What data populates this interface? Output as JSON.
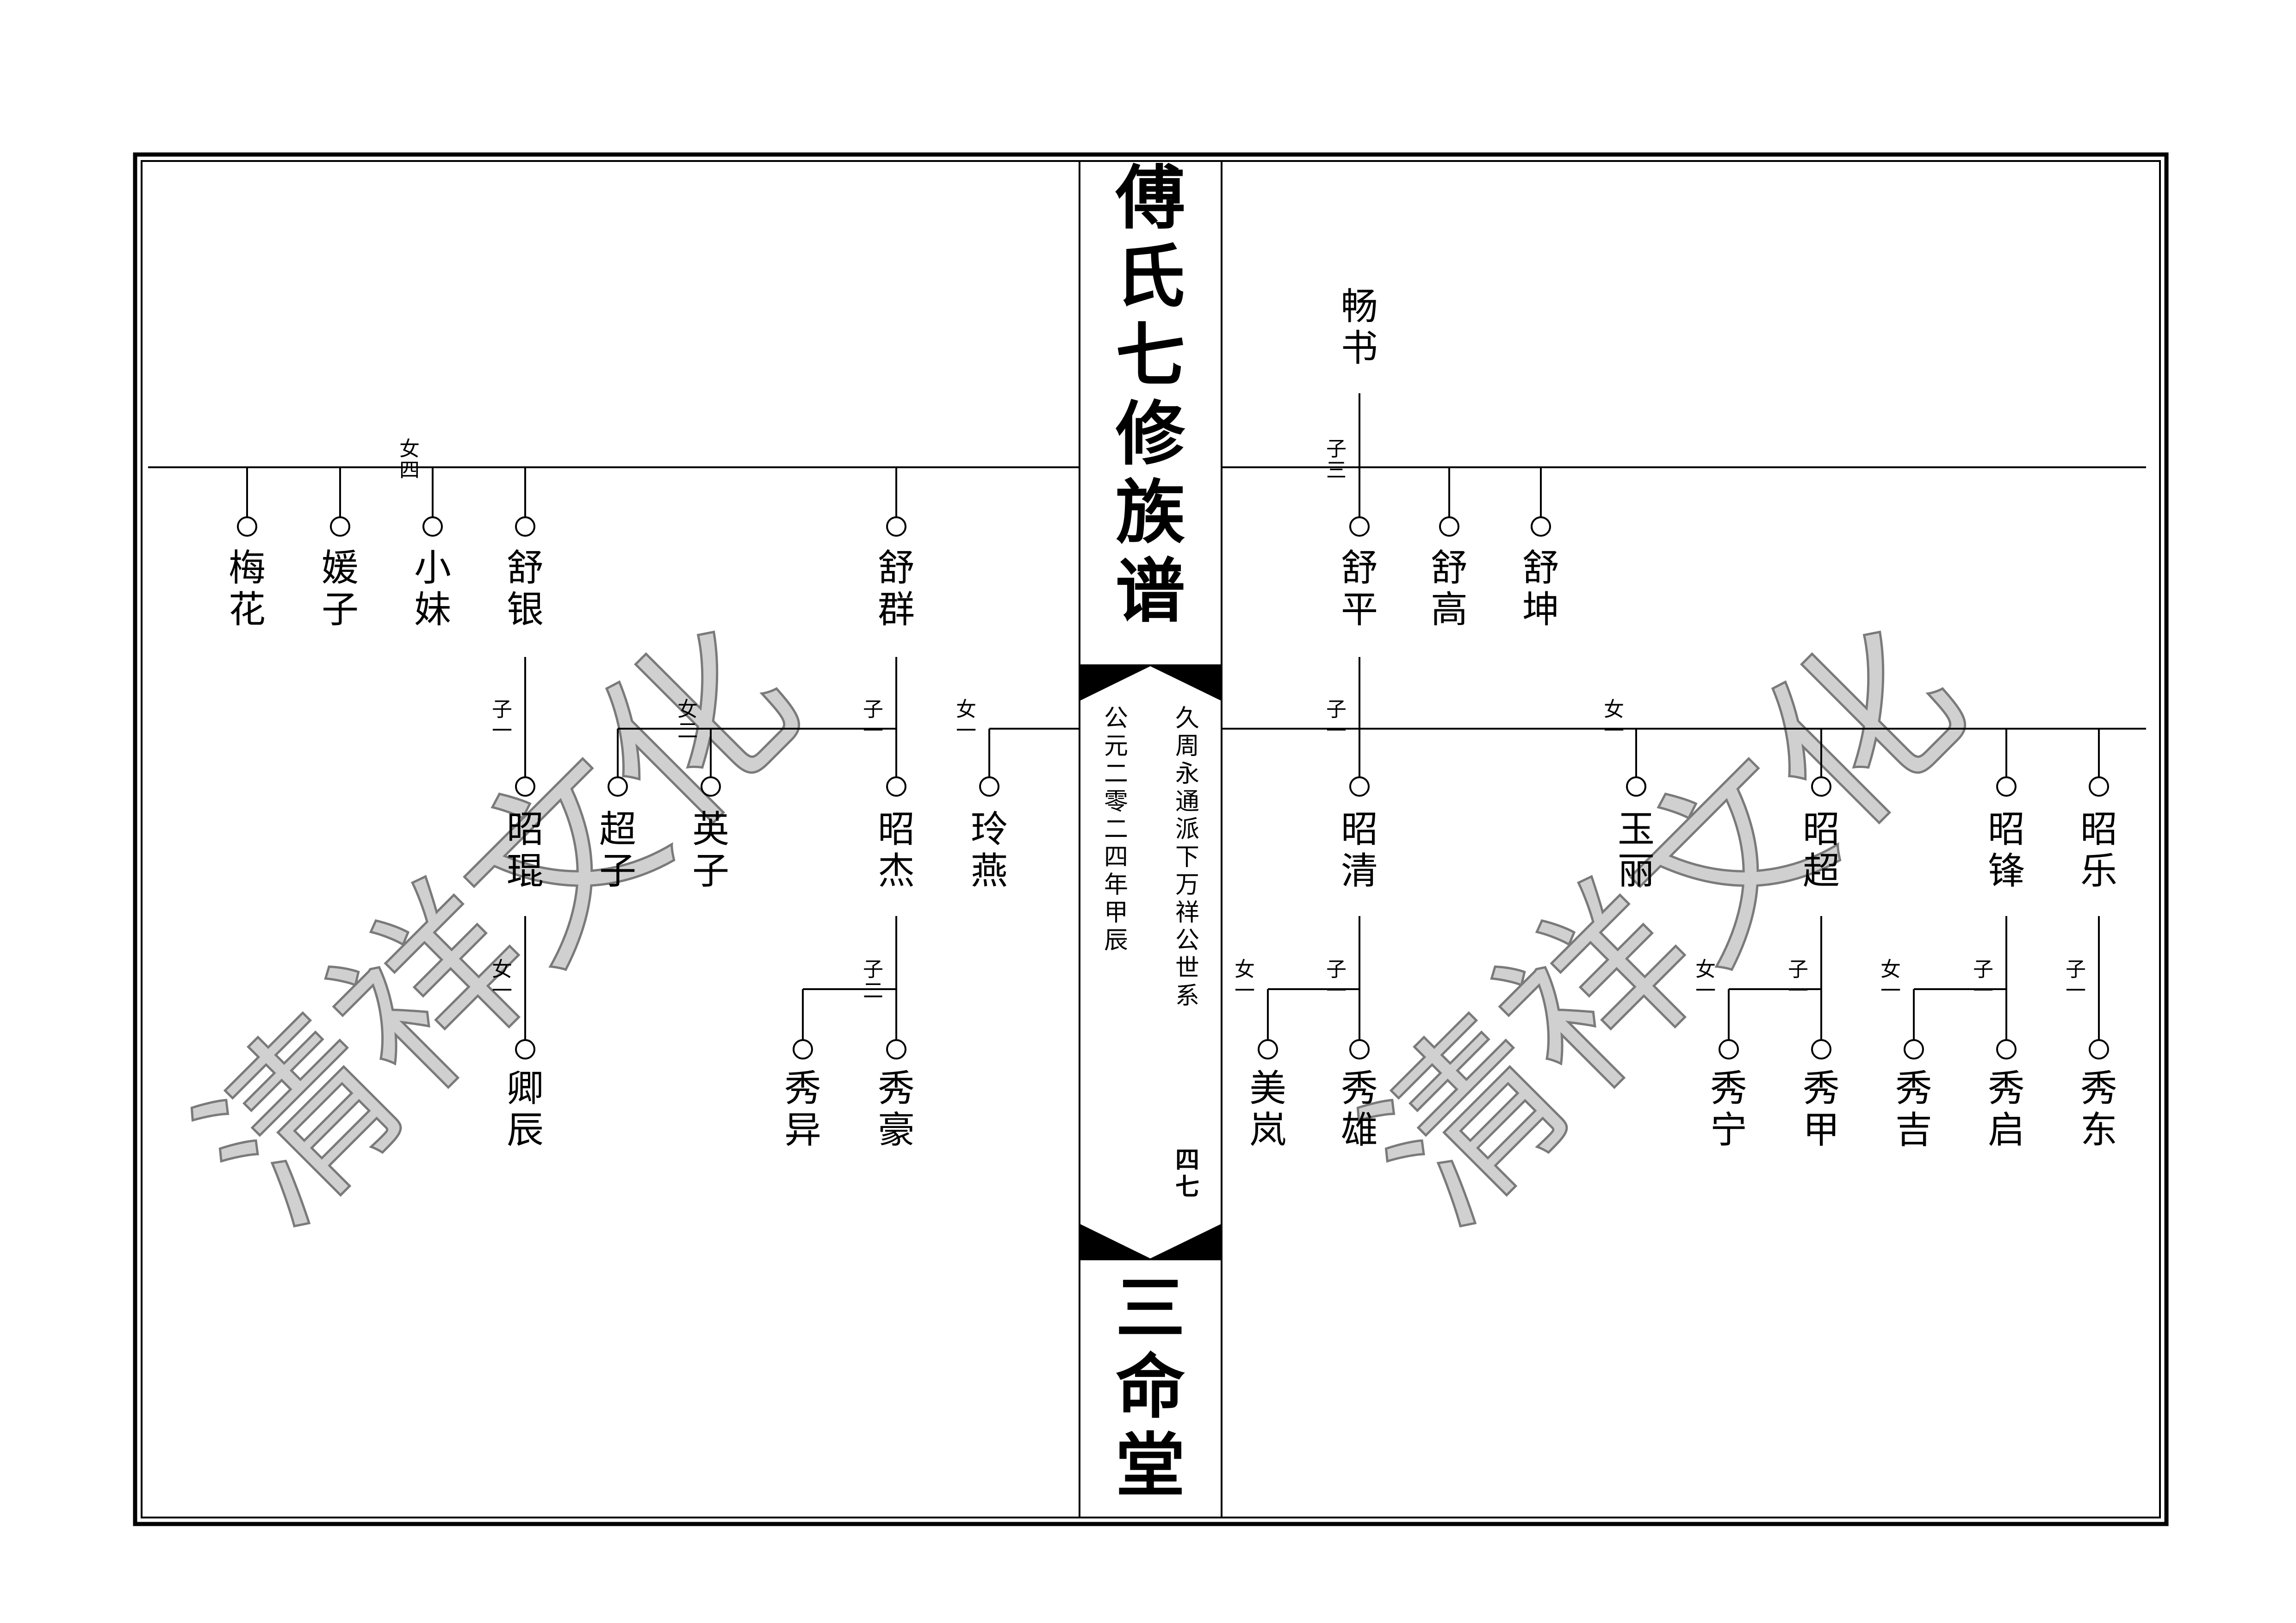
{
  "spine": {
    "title": "傅氏七修族谱",
    "hall": "三命堂",
    "line_left": "公元二零二四年甲辰",
    "line_right": "久周永通派下万祥公世系",
    "page_number": "四七"
  },
  "watermark": "清祥文化",
  "names": {
    "changshu": "畅书",
    "meihua": "梅花",
    "yuanzi": "媛子",
    "xiaomei": "小妹",
    "shuyin": "舒银",
    "shuqun": "舒群",
    "shuping": "舒平",
    "shugao": "舒高",
    "shukun": "舒坤",
    "zhaokun": "昭琨",
    "zhaozi": "超子",
    "yingzi": "英子",
    "zhaojie": "昭杰",
    "lingyan": "玲燕",
    "zhaoqing": "昭清",
    "yuli": "玉丽",
    "zhaochao": "昭超",
    "zhaofeng": "昭锋",
    "zhaole": "昭乐",
    "qingchen": "卿辰",
    "xiuyi": "秀异",
    "xiuhao": "秀豪",
    "meilan": "美岚",
    "xiuxiong": "秀雄",
    "xiuning": "秀宁",
    "xiujia": "秀甲",
    "xiuji": "秀吉",
    "xiuqi": "秀启",
    "xiudong": "秀东"
  },
  "relations": {
    "nv_si": "女四",
    "zi_san": "子三",
    "zi_yi": "子一",
    "nv_yi": "女一",
    "zi_er": "子二",
    "nv_er": "女二"
  }
}
